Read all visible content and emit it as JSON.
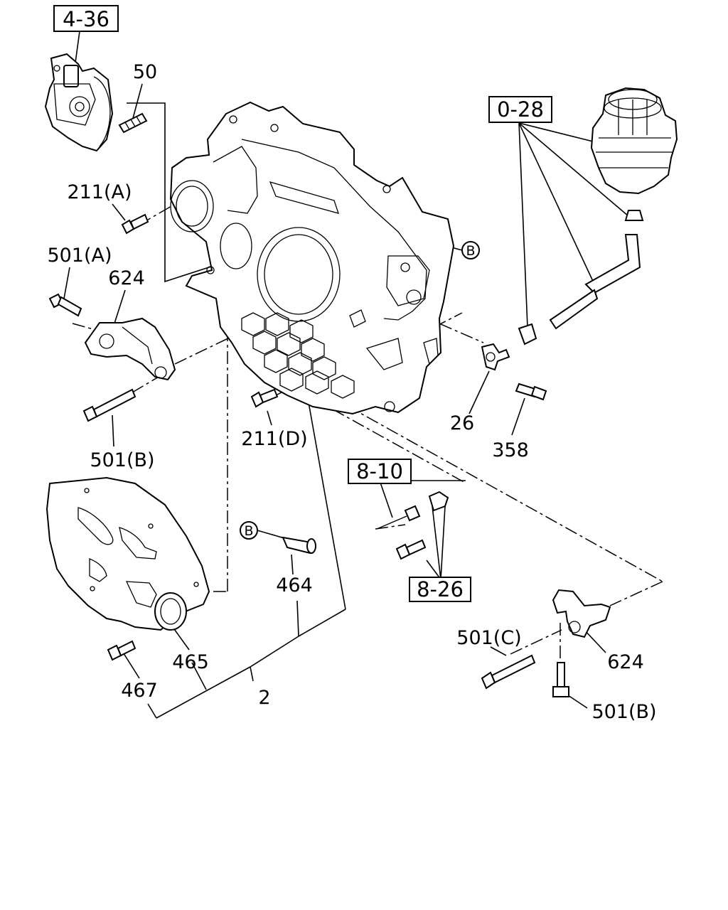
{
  "ref_boxes": {
    "r436": "4-36",
    "r028": "0-28",
    "r810": "8-10",
    "r826": "8-26"
  },
  "callouts": {
    "c50": "50",
    "c211a": "211(A)",
    "c501a": "501(A)",
    "c624_left": "624",
    "c501b_left": "501(B)",
    "c211d": "211(D)",
    "c26": "26",
    "c358": "358",
    "c464": "464",
    "c465": "465",
    "c467": "467",
    "c2": "2",
    "c501c": "501(C)",
    "c624_right": "624",
    "c501b_right": "501(B)"
  },
  "circled_refs": {
    "b1": "B",
    "b2": "B"
  }
}
